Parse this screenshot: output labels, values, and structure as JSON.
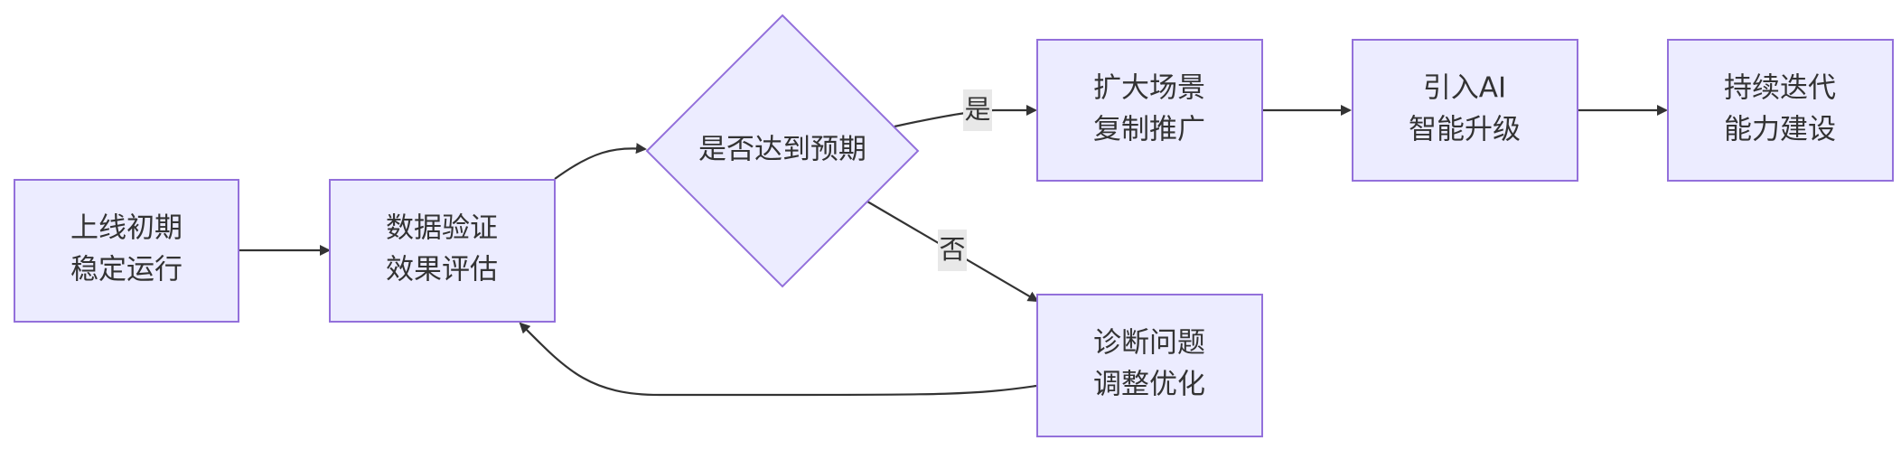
{
  "diagram": {
    "type": "flowchart",
    "colors": {
      "node_fill": "#ececff",
      "node_stroke": "#9370db",
      "edge": "#333333",
      "label_bg": "#e8e8e8",
      "text": "#333333"
    },
    "nodes": {
      "launch": {
        "line1": "上线初期",
        "line2": "稳定运行"
      },
      "validate": {
        "line1": "数据验证",
        "line2": "效果评估"
      },
      "decision": {
        "label": "是否达到预期"
      },
      "expand": {
        "line1": "扩大场景",
        "line2": "复制推广"
      },
      "ai": {
        "line1": "引入AI",
        "line2": "智能升级"
      },
      "iterate": {
        "line1": "持续迭代",
        "line2": "能力建设"
      },
      "diagnose": {
        "line1": "诊断问题",
        "line2": "调整优化"
      }
    },
    "edges": {
      "yes_label": "是",
      "no_label": "否"
    }
  }
}
